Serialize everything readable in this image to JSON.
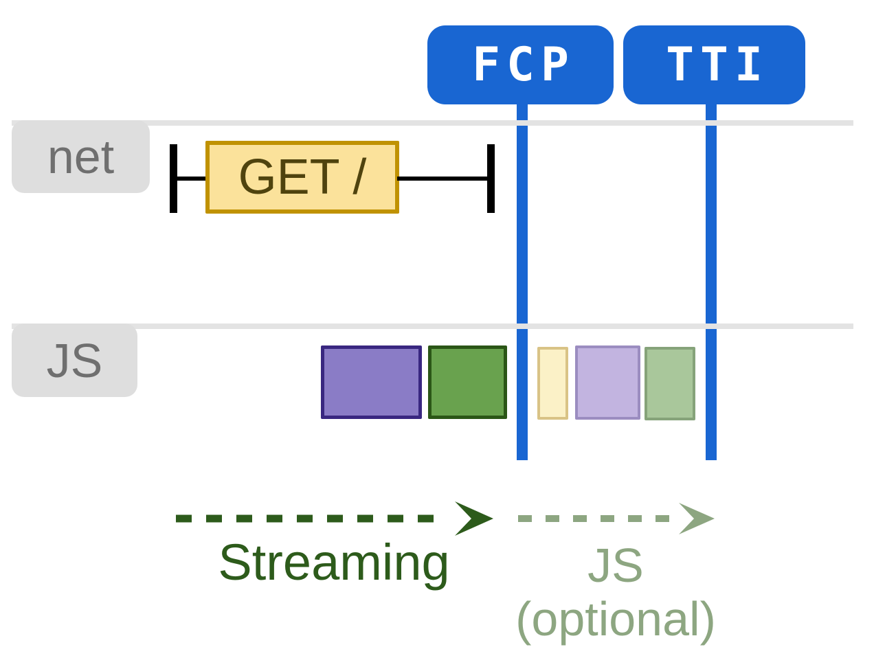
{
  "markers": {
    "fcp": {
      "label": "FCP"
    },
    "tti": {
      "label": "TTI"
    }
  },
  "lanes": {
    "net": {
      "label": "net",
      "request": {
        "label": "GET /"
      }
    },
    "js": {
      "label": "JS",
      "blocks": [
        {
          "name": "js-task-solid-purple",
          "fill": "#8a7cc6",
          "border": "#392780"
        },
        {
          "name": "js-task-solid-green",
          "fill": "#69a24e",
          "border": "#2b5617"
        },
        {
          "name": "js-task-faded-yellow",
          "fill": "#fbf1c7",
          "border": "#d9c386"
        },
        {
          "name": "js-task-faded-purple",
          "fill": "#c2b4e0",
          "border": "#9b8dc0"
        },
        {
          "name": "js-task-faded-green",
          "fill": "#a9c79b",
          "border": "#86a37a"
        }
      ]
    }
  },
  "annotations": {
    "streaming": {
      "label": "Streaming",
      "color": "#2d5b1b"
    },
    "js_optional": {
      "label_line1": "JS",
      "label_line2": "(optional)",
      "color": "#8da681"
    }
  },
  "colors": {
    "marker_blue": "#1966d2",
    "lane_line_gray": "#e3e3e3",
    "lane_tab_gray": "#dedede",
    "lane_tab_text": "#6f6f6f",
    "request_fill": "#fbe29b",
    "request_border": "#c09202",
    "request_text": "#4f430e",
    "interval_black": "#000000",
    "background": "#ffffff"
  }
}
